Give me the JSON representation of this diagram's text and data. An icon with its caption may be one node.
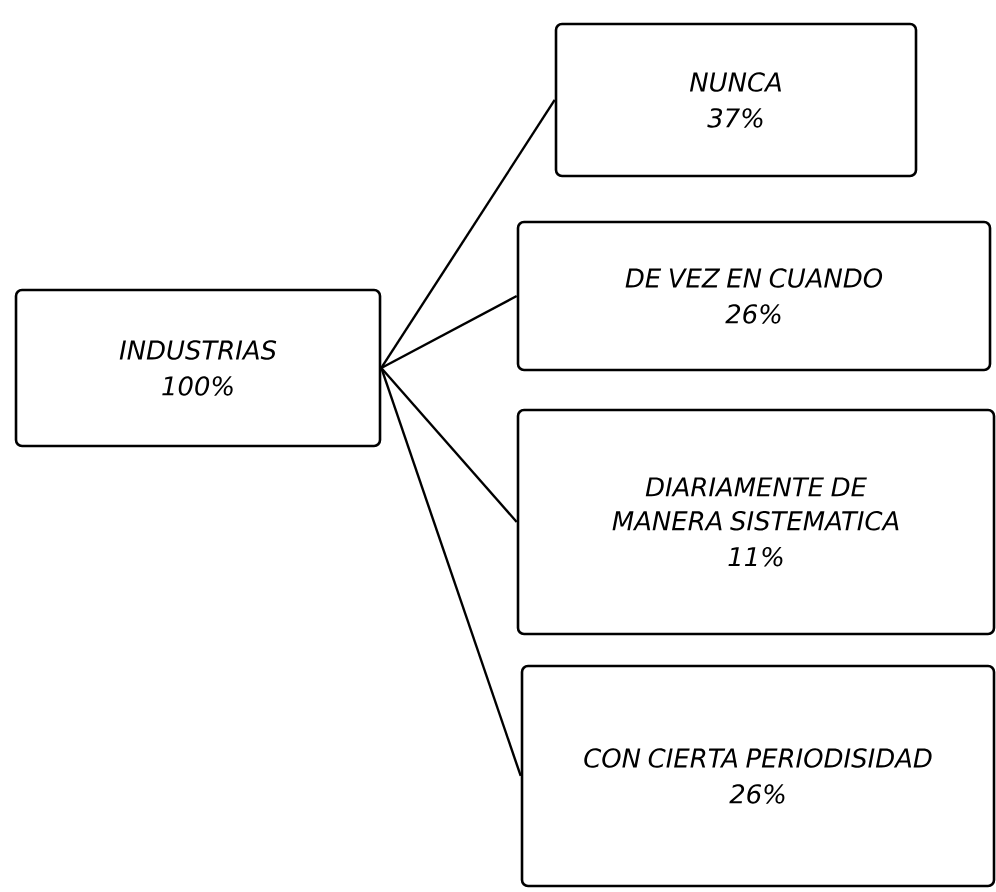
{
  "diagram": {
    "nodes": [
      {
        "text": [
          "INDUSTRIAS",
          "100%"
        ]
      },
      {
        "text": [
          "NUNCA",
          "37%"
        ]
      },
      {
        "text": [
          "DE VEZ EN CUANDO",
          "26%"
        ]
      },
      {
        "text": [
          "DIARIAMENTE DE MANERA SISTEMATICA",
          "11%"
        ]
      },
      {
        "text": [
          "CON CIERTA PERIODISIDAD",
          "26%"
        ]
      }
    ],
    "edges": [
      {
        "from": 0,
        "to": 1,
        "arrow": "none"
      },
      {
        "from": 0,
        "to": 2,
        "arrow": "none"
      },
      {
        "from": 0,
        "to": 3,
        "arrow": "none"
      },
      {
        "from": 0,
        "to": 4,
        "arrow": "none"
      }
    ]
  }
}
